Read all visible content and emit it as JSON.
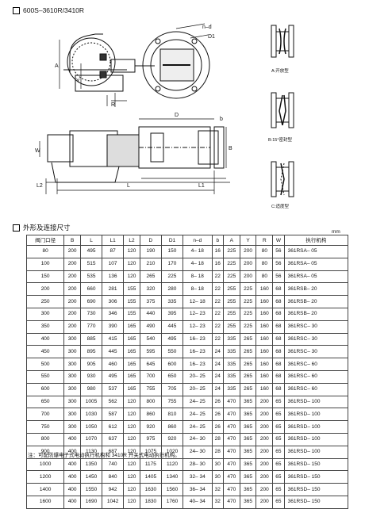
{
  "header": {
    "model_title": "600S–3610R/3410R"
  },
  "drawing_labels": {
    "top_nd": "n–d",
    "top_d1": "D1",
    "top_a": "A",
    "top_y": "Y",
    "top_r": "R",
    "mid_d": "D",
    "mid_b": "b",
    "mid_w": "W",
    "mid_b2": "B",
    "bot_l2": "L2",
    "bot_l": "L",
    "bot_l1": "L1",
    "variant_a": "A:开放型",
    "variant_b": "B:15°密封型",
    "variant_c": "C:适度型"
  },
  "section_title": "外形及连接尺寸",
  "unit": "mm",
  "table": {
    "headers": [
      "阀门口径",
      "B",
      "L",
      "L1",
      "L2",
      "D",
      "D1",
      "n–d",
      "b",
      "A",
      "Y",
      "R",
      "W",
      "执行机构"
    ],
    "rows": [
      [
        "80",
        "200",
        "495",
        "87",
        "120",
        "190",
        "150",
        "4– 18",
        "16",
        "225",
        "200",
        "80",
        "56",
        "361RSA– 05"
      ],
      [
        "100",
        "200",
        "515",
        "107",
        "120",
        "210",
        "170",
        "4– 18",
        "16",
        "225",
        "200",
        "80",
        "56",
        "361RSA– 05"
      ],
      [
        "150",
        "200",
        "535",
        "136",
        "120",
        "265",
        "225",
        "8– 18",
        "22",
        "225",
        "200",
        "80",
        "56",
        "361RSA– 05"
      ],
      [
        "200",
        "200",
        "660",
        "281",
        "155",
        "320",
        "280",
        "8– 18",
        "22",
        "255",
        "225",
        "160",
        "68",
        "361RSB– 20"
      ],
      [
        "250",
        "200",
        "690",
        "306",
        "155",
        "375",
        "335",
        "12– 18",
        "22",
        "255",
        "225",
        "160",
        "68",
        "361RSB– 20"
      ],
      [
        "300",
        "200",
        "730",
        "346",
        "155",
        "440",
        "395",
        "12– 23",
        "22",
        "255",
        "225",
        "160",
        "68",
        "361RSB– 20"
      ],
      [
        "350",
        "200",
        "770",
        "390",
        "165",
        "490",
        "445",
        "12– 23",
        "22",
        "255",
        "225",
        "160",
        "68",
        "361RSC– 30"
      ],
      [
        "400",
        "300",
        "885",
        "415",
        "165",
        "540",
        "495",
        "16– 23",
        "22",
        "335",
        "265",
        "160",
        "68",
        "361RSC– 30"
      ],
      [
        "450",
        "300",
        "895",
        "445",
        "165",
        "595",
        "550",
        "16– 23",
        "24",
        "335",
        "265",
        "160",
        "68",
        "361RSC– 30"
      ],
      [
        "500",
        "300",
        "905",
        "460",
        "165",
        "645",
        "600",
        "16– 23",
        "24",
        "335",
        "265",
        "160",
        "68",
        "361RSC– 60"
      ],
      [
        "550",
        "300",
        "930",
        "495",
        "165",
        "700",
        "650",
        "20– 25",
        "24",
        "335",
        "265",
        "160",
        "68",
        "361RSC– 60"
      ],
      [
        "600",
        "300",
        "980",
        "537",
        "165",
        "755",
        "705",
        "20– 25",
        "24",
        "335",
        "265",
        "160",
        "68",
        "361RSC– 60"
      ],
      [
        "650",
        "300",
        "1005",
        "562",
        "120",
        "800",
        "755",
        "24– 25",
        "26",
        "470",
        "365",
        "200",
        "65",
        "361RSD– 100"
      ],
      [
        "700",
        "300",
        "1030",
        "587",
        "120",
        "860",
        "810",
        "24– 25",
        "26",
        "470",
        "365",
        "200",
        "65",
        "361RSD– 100"
      ],
      [
        "750",
        "300",
        "1050",
        "612",
        "120",
        "920",
        "860",
        "24– 25",
        "26",
        "470",
        "365",
        "200",
        "65",
        "361RSD– 100"
      ],
      [
        "800",
        "400",
        "1070",
        "637",
        "120",
        "975",
        "920",
        "24– 30",
        "28",
        "470",
        "365",
        "200",
        "65",
        "361RSD– 100"
      ],
      [
        "900",
        "400",
        "1130",
        "687",
        "120",
        "1075",
        "1020",
        "24– 30",
        "28",
        "470",
        "365",
        "200",
        "65",
        "361RSD– 100"
      ],
      [
        "1000",
        "400",
        "1350",
        "740",
        "120",
        "1175",
        "1120",
        "28– 30",
        "30",
        "470",
        "365",
        "200",
        "65",
        "361RSD– 150"
      ],
      [
        "1200",
        "400",
        "1450",
        "840",
        "120",
        "1405",
        "1340",
        "32– 34",
        "30",
        "470",
        "365",
        "200",
        "65",
        "361RSD– 150"
      ],
      [
        "1400",
        "400",
        "1550",
        "942",
        "120",
        "1630",
        "1560",
        "36– 34",
        "32",
        "470",
        "365",
        "200",
        "65",
        "361RSD– 150"
      ],
      [
        "1600",
        "400",
        "1690",
        "1042",
        "120",
        "1830",
        "1760",
        "40– 34",
        "32",
        "470",
        "365",
        "200",
        "65",
        "361RSD– 150"
      ]
    ]
  },
  "note": "注：可配防爆电子式电动执行机构和 3410R 开关式电动执行机构。"
}
